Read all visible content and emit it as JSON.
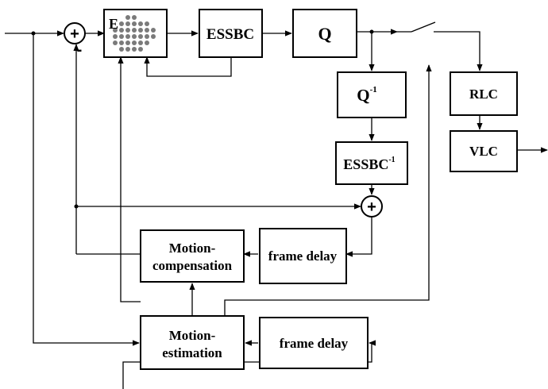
{
  "blocks": {
    "e_label": "E",
    "essbc": "ESSBC",
    "q": "Q",
    "q_inv_base": "Q",
    "q_inv_sup": "-1",
    "essbc_inv_base": "ESSBC",
    "essbc_inv_sup": "-1",
    "rlc": "RLC",
    "vlc": "VLC",
    "frame_delay_top": "frame delay",
    "frame_delay_bottom": "frame delay",
    "motion_comp_line1": "Motion-",
    "motion_comp_line2": "compensation",
    "motion_est_line1": "Motion-",
    "motion_est_line2": "estimation"
  },
  "summers": {
    "input_sign": "+",
    "input_minus": "-",
    "recon_sign": "+"
  }
}
